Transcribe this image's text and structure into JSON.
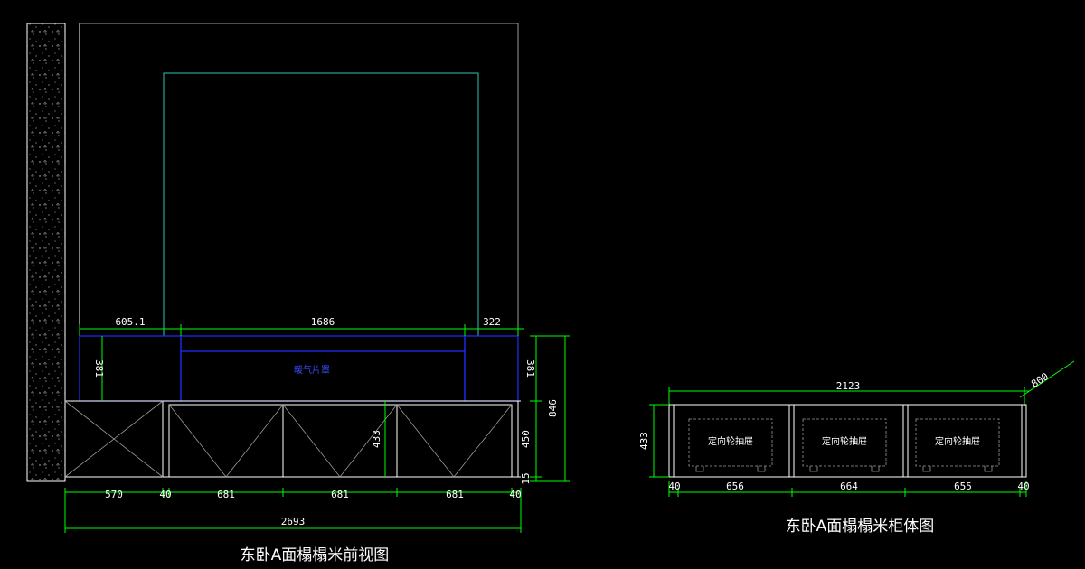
{
  "colors": {
    "background": "#000000",
    "outline": "#ffffff",
    "gray_line": "#9a9a9a",
    "dimension": "#00ff00",
    "window_frame": "#2fc4b8",
    "blue_cabinet": "#1f2fff"
  },
  "front_view": {
    "title": "东卧A面榻榻米前视图",
    "top_dims": [
      "605.1",
      "1686",
      "322"
    ],
    "left_height": "381",
    "right_height": "381",
    "center_note": "暖气片罩",
    "inner_height": "433",
    "right_dims": [
      "846",
      "450",
      "15"
    ],
    "bottom_dims": [
      "570",
      "40",
      "681",
      "681",
      "681",
      "40"
    ],
    "total_width": "2693"
  },
  "cabinet_view": {
    "title": "东卧A面榻榻米柜体图",
    "top_width": "2123",
    "diag_dim": "800",
    "height": "433",
    "drawer_label": "定向轮抽屉",
    "bottom_dims": [
      "40",
      "656",
      "664",
      "655",
      "40"
    ]
  }
}
